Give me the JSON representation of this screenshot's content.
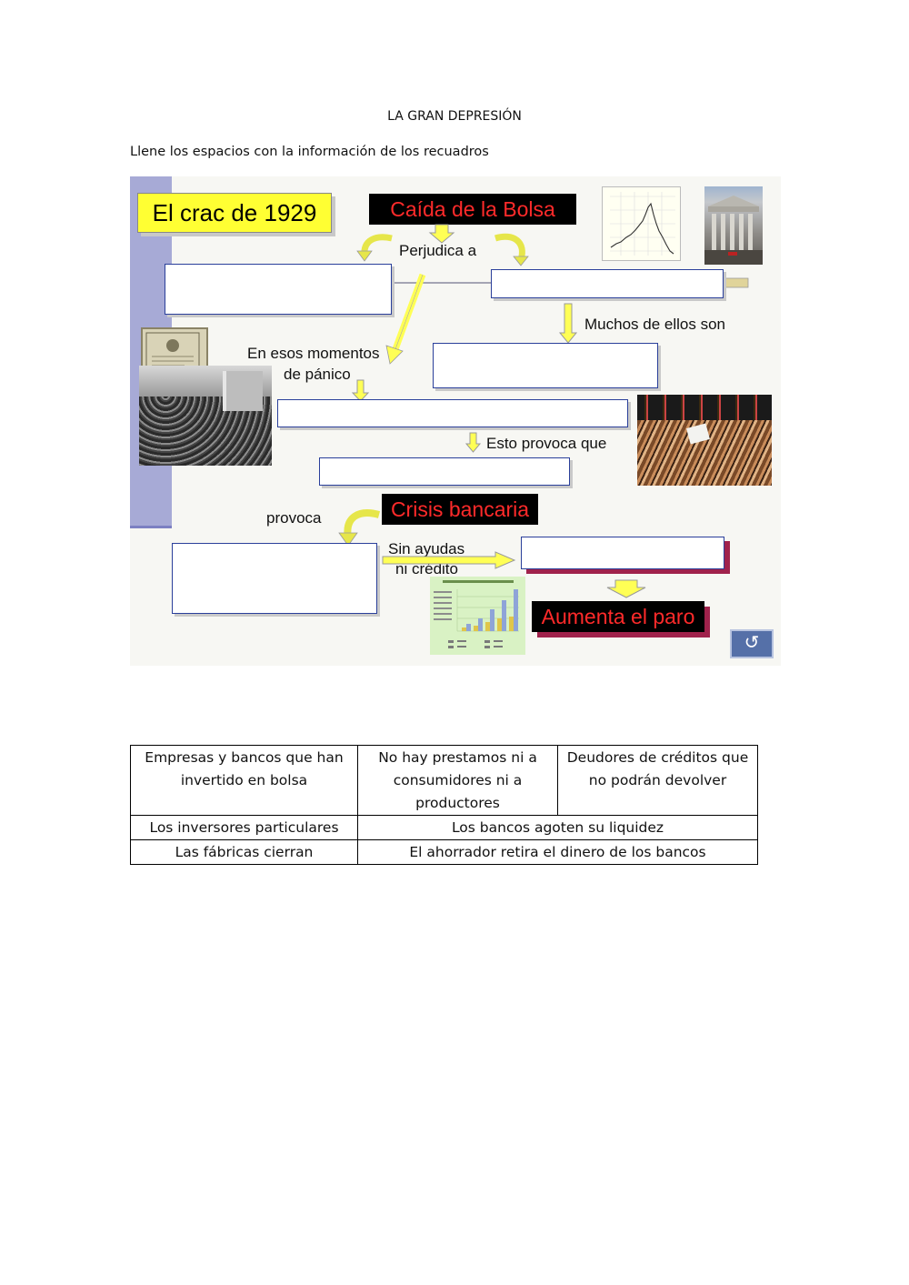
{
  "page": {
    "title": "LA GRAN DEPRESIÓN",
    "instruction": "Llene los espacios con la información de los recuadros"
  },
  "slide": {
    "main_title": "El crac de 1929",
    "caida": "Caída de la Bolsa",
    "perjudica": "Perjudica a",
    "muchos": "Muchos de ellos son",
    "panico_line1": "En esos momentos",
    "panico_line2": "de pánico",
    "esto_provoca": "Esto provoca que",
    "provoca": "provoca",
    "crisis": "Crisis bancaria",
    "sin_ayudas_line1": "Sin ayudas",
    "sin_ayudas_line2": "ni crédito",
    "aumenta": "Aumenta el paro",
    "return_icon": "return-arrow-icon"
  },
  "colors": {
    "title_yellow": "#ffff33",
    "label_red": "#ff2a2a",
    "shadow_magenta": "#a0224c",
    "sidebar_lavender": "#a7aad6",
    "box_border_blue": "#2a3f9a"
  },
  "word_bank": {
    "row1": [
      "Empresas y bancos que han invertido en bolsa",
      "No hay prestamos ni a consumidores ni a productores",
      "Deudores de créditos que no podrán devolver"
    ],
    "row2": [
      "Los inversores particulares",
      "Los bancos agoten su liquidez"
    ],
    "row3": [
      "Las fábricas cierran",
      "El ahorrador retira el dinero de los bancos"
    ]
  }
}
